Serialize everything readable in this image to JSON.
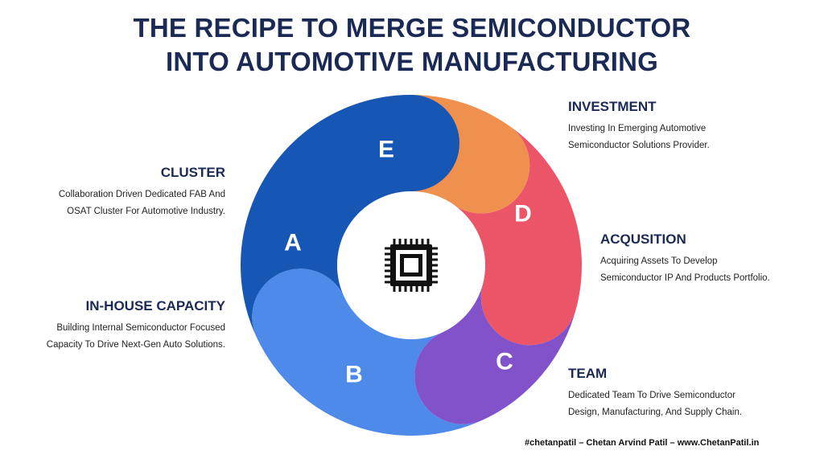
{
  "title": {
    "line1": "THE RECIPE TO MERGE SEMICONDUCTOR",
    "line2": "INTO AUTOMOTIVE MANUFACTURING"
  },
  "segments": [
    {
      "letter": "A",
      "color": "#1657b5"
    },
    {
      "letter": "B",
      "color": "#4e8aea"
    },
    {
      "letter": "C",
      "color": "#8152c9"
    },
    {
      "letter": "D",
      "color": "#ec5468"
    },
    {
      "letter": "E",
      "color": "#f0904e"
    }
  ],
  "center_icon": "microchip-icon",
  "blocks": {
    "cluster": {
      "heading": "CLUSTER",
      "line1": "Collaboration Driven Dedicated FAB And",
      "line2": "OSAT Cluster For Automotive Industry."
    },
    "inhouse": {
      "heading": "IN-HOUSE CAPACITY",
      "line1": "Building Internal Semiconductor Focused",
      "line2": "Capacity To Drive Next-Gen Auto Solutions."
    },
    "investment": {
      "heading": "INVESTMENT",
      "line1": "Investing In Emerging Automotive",
      "line2": "Semiconductor Solutions Provider."
    },
    "acquisition": {
      "heading": "ACQUSITION",
      "line1": "Acquiring Assets To Develop",
      "line2": "Semiconductor IP And Products Portfolio."
    },
    "team": {
      "heading": "TEAM",
      "line1": "Dedicated Team To Drive Semiconductor",
      "line2": "Design, Manufacturing, And Supply Chain."
    }
  },
  "footer": "#chetanpatil – Chetan Arvind Patil – www.ChetanPatil.in"
}
